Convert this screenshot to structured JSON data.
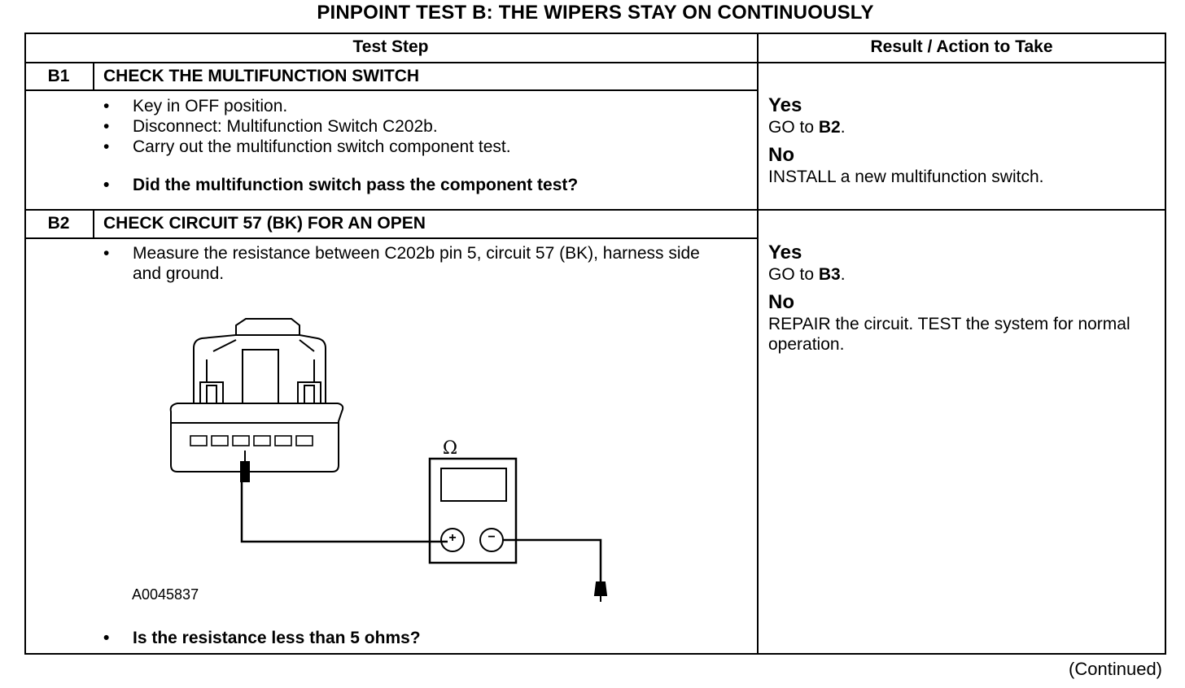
{
  "title": "PINPOINT TEST B: THE WIPERS STAY ON CONTINUOUSLY",
  "table": {
    "header_step": "Test Step",
    "header_result": "Result / Action to Take"
  },
  "steps": [
    {
      "id": "B1",
      "title": "CHECK THE MULTIFUNCTION SWITCH",
      "bullets": [
        "Key in OFF position.",
        "Disconnect:  Multifunction Switch C202b.",
        "Carry out the multifunction switch component test."
      ],
      "question": "Did the multifunction switch pass the component test?",
      "yes_label": "Yes",
      "yes_prefix": "GO to ",
      "yes_target": "B2",
      "yes_suffix": ".",
      "no_label": "No",
      "no_action": "INSTALL a new multifunction switch."
    },
    {
      "id": "B2",
      "title": "CHECK CIRCUIT 57 (BK) FOR AN OPEN",
      "bullets": [
        "Measure the resistance between C202b pin 5, circuit 57 (BK), harness side and ground."
      ],
      "figure_id": "A0045837",
      "meter_symbol": "Ω",
      "plus_symbol": "+",
      "minus_symbol": "−",
      "question": "Is the resistance less than 5 ohms?",
      "yes_label": "Yes",
      "yes_prefix": "GO to ",
      "yes_target": "B3",
      "yes_suffix": ".",
      "no_label": "No",
      "no_action": "REPAIR the circuit. TEST the system for normal operation."
    }
  ],
  "continued": "(Continued)"
}
